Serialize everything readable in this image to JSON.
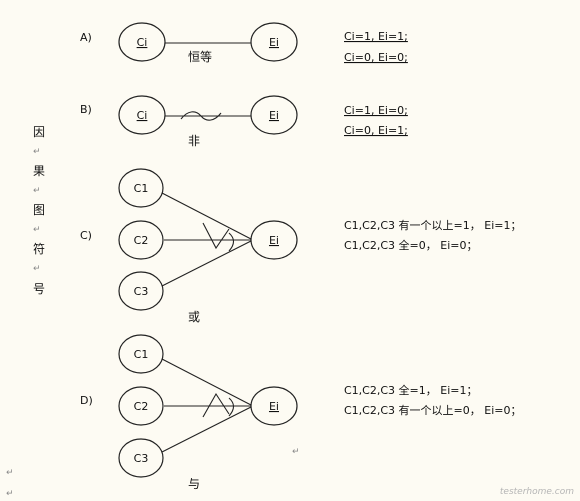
{
  "vertical_title": [
    "因",
    "果",
    "图",
    "符",
    "号"
  ],
  "para_mark": "↵",
  "sections": [
    {
      "id": "A",
      "label": "A)",
      "causes": [
        "Ci"
      ],
      "effect": "Ei",
      "relation": "恒等",
      "rules": [
        "Ci=1, Ei=1;",
        "Ci=0, Ei=0;"
      ]
    },
    {
      "id": "B",
      "label": "B)",
      "causes": [
        "Ci"
      ],
      "effect": "Ei",
      "relation": "非",
      "rules": [
        "Ci=1, Ei=0;",
        "Ci=0, Ei=1;"
      ]
    },
    {
      "id": "C",
      "label": "C)",
      "causes": [
        "C1",
        "C2",
        "C3"
      ],
      "effect": "Ei",
      "relation": "或",
      "rules": [
        "C1,C2,C3 有一个以上=1， Ei=1；",
        "C1,C2,C3 全=0， Ei=0；"
      ]
    },
    {
      "id": "D",
      "label": "D)",
      "causes": [
        "C1",
        "C2",
        "C3"
      ],
      "effect": "Ei",
      "relation": "与",
      "rules": [
        "C1,C2,C3 全=1， Ei=1；",
        "C1,C2,C3 有一个以上=0， Ei=0；"
      ]
    }
  ],
  "watermark": "testerhome.com"
}
